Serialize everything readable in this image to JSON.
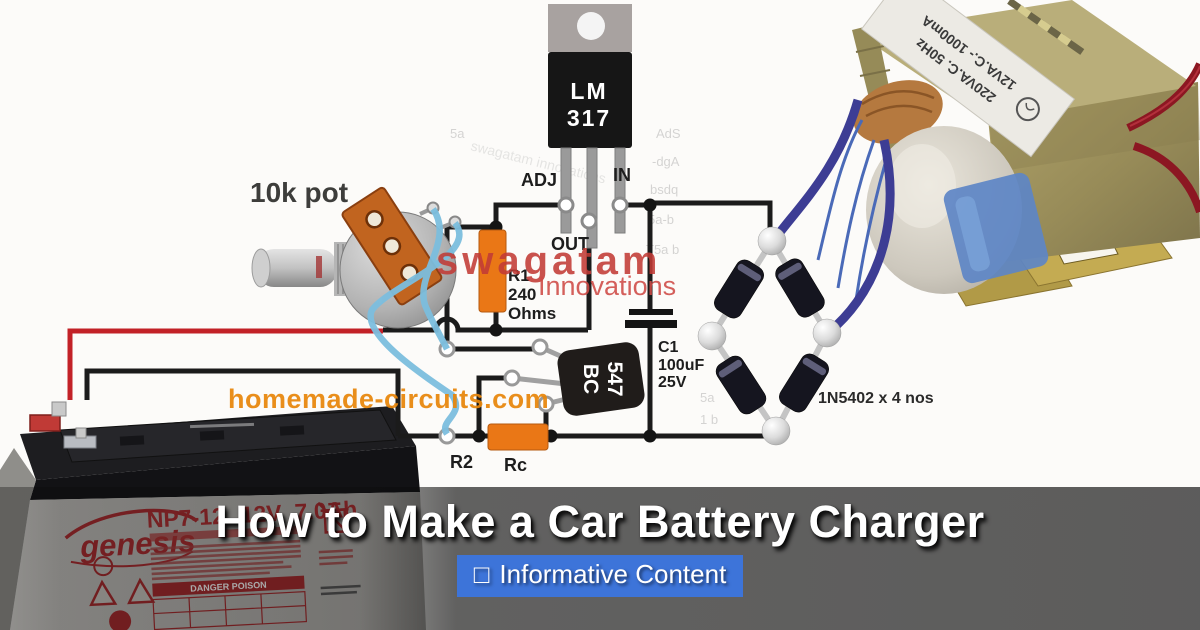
{
  "overlay": {
    "title": "How to Make a Car Battery Charger",
    "badge_icon": "□",
    "badge_label": "Informative Content"
  },
  "watermarks": {
    "brand": "swagatam",
    "brand_sub": "Innovations",
    "site": "homemade-circuits.com",
    "ghost": [
      "AdS",
      "-dgA",
      "bsdq",
      "5a-b",
      "T5a b",
      "5a",
      "swagatam innovations",
      "5a",
      "1 b"
    ]
  },
  "schematic": {
    "pot_label": "10k pot",
    "regulator": {
      "line1": "LM",
      "line2": "317",
      "pin_adj": "ADJ",
      "pin_in": "IN",
      "pin_out": "OUT"
    },
    "r1": {
      "name": "R1",
      "value": "240",
      "unit": "Ohms"
    },
    "r2_label": "R2",
    "rc_label": "Rc",
    "c1": {
      "name": "C1",
      "value": "100uF",
      "voltage": "25V"
    },
    "transistor": {
      "line1": "BC",
      "line2": "547"
    },
    "diode_label": "1N5402 x 4 nos"
  },
  "transformer": {
    "label_line1": "220VA.C. 50Hz",
    "label_line2": "12VA.C.- 1000mA"
  },
  "battery": {
    "brand": "genesis",
    "model": "NP7-12",
    "voltage": "12V",
    "capacity": "7.0Ah",
    "danger_label": "DANGER POISON"
  },
  "colors": {
    "badge_bg": "#3d74d9",
    "wire_red": "#c22127",
    "wire_black": "#1b1b1b",
    "wire_light_blue": "#7cbede",
    "wire_navy": "#3d3d94",
    "resistor_orange": "#ea7716",
    "watermark_red": "#c23b36",
    "watermark_orange": "#e8860b"
  }
}
